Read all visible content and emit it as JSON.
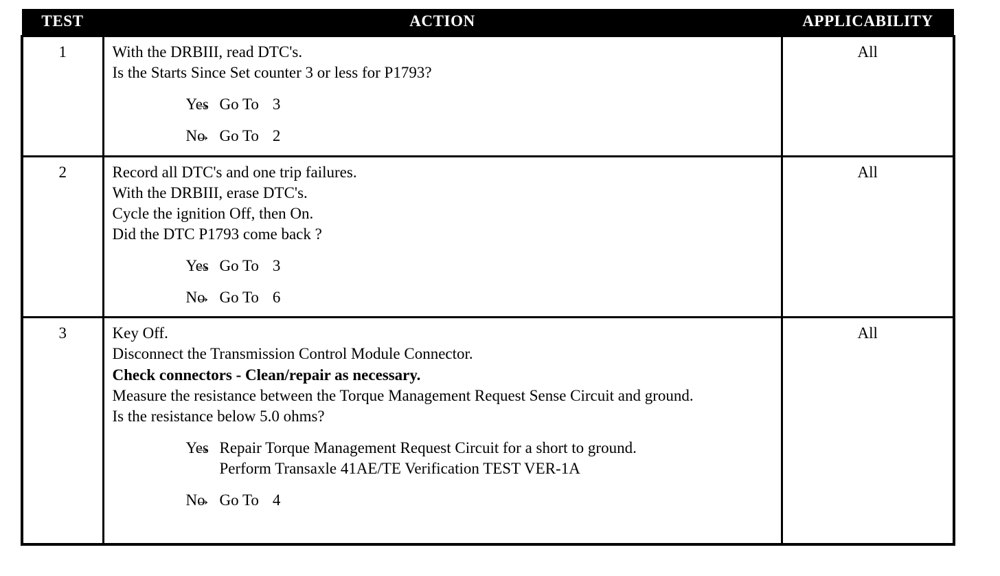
{
  "table": {
    "headers": {
      "test": "TEST",
      "action": "ACTION",
      "applicability": "APPLICABILITY"
    },
    "rows": [
      {
        "test": "1",
        "applicability": "All",
        "statements": [
          {
            "text": "With the DRBIII, read DTC's.",
            "bold": false
          },
          {
            "text": "Is the Starts Since Set counter 3 or less for P1793?",
            "bold": false
          }
        ],
        "branches": [
          {
            "answer": "Yes",
            "arrow": "→",
            "action": "Go To",
            "target": "3",
            "extra_line": ""
          },
          {
            "answer": "No",
            "arrow": "→",
            "action": "Go To",
            "target": "2",
            "extra_line": ""
          }
        ]
      },
      {
        "test": "2",
        "applicability": "All",
        "statements": [
          {
            "text": "Record all DTC's and one trip failures.",
            "bold": false
          },
          {
            "text": "With the DRBIII, erase DTC's.",
            "bold": false
          },
          {
            "text": "Cycle the ignition Off, then On.",
            "bold": false
          },
          {
            "text": "Did the DTC P1793 come back ?",
            "bold": false
          }
        ],
        "branches": [
          {
            "answer": "Yes",
            "arrow": "→",
            "action": "Go To",
            "target": "3",
            "extra_line": ""
          },
          {
            "answer": "No",
            "arrow": "→",
            "action": "Go To",
            "target": "6",
            "extra_line": ""
          }
        ]
      },
      {
        "test": "3",
        "applicability": "All",
        "statements": [
          {
            "text": "Key Off.",
            "bold": false
          },
          {
            "text": "Disconnect the Transmission Control Module Connector.",
            "bold": false
          },
          {
            "text": "Check connectors - Clean/repair as necessary.",
            "bold": true
          },
          {
            "text": "Measure the resistance between the Torque Management Request Sense Circuit and ground.",
            "bold": false
          },
          {
            "text": "Is the resistance below 5.0 ohms?",
            "bold": false
          }
        ],
        "branches": [
          {
            "answer": "Yes",
            "arrow": "→",
            "action": "Repair Torque Management Request Circuit for a short to ground.",
            "target": "",
            "extra_line": "Perform Transaxle 41AE/TE Verification TEST VER-1A"
          },
          {
            "answer": "No",
            "arrow": "→",
            "action": "Go To",
            "target": "4",
            "extra_line": ""
          }
        ]
      }
    ]
  },
  "colors": {
    "header_background": "#000000",
    "header_text": "#ffffff",
    "border": "#000000",
    "page_background": "#ffffff"
  }
}
